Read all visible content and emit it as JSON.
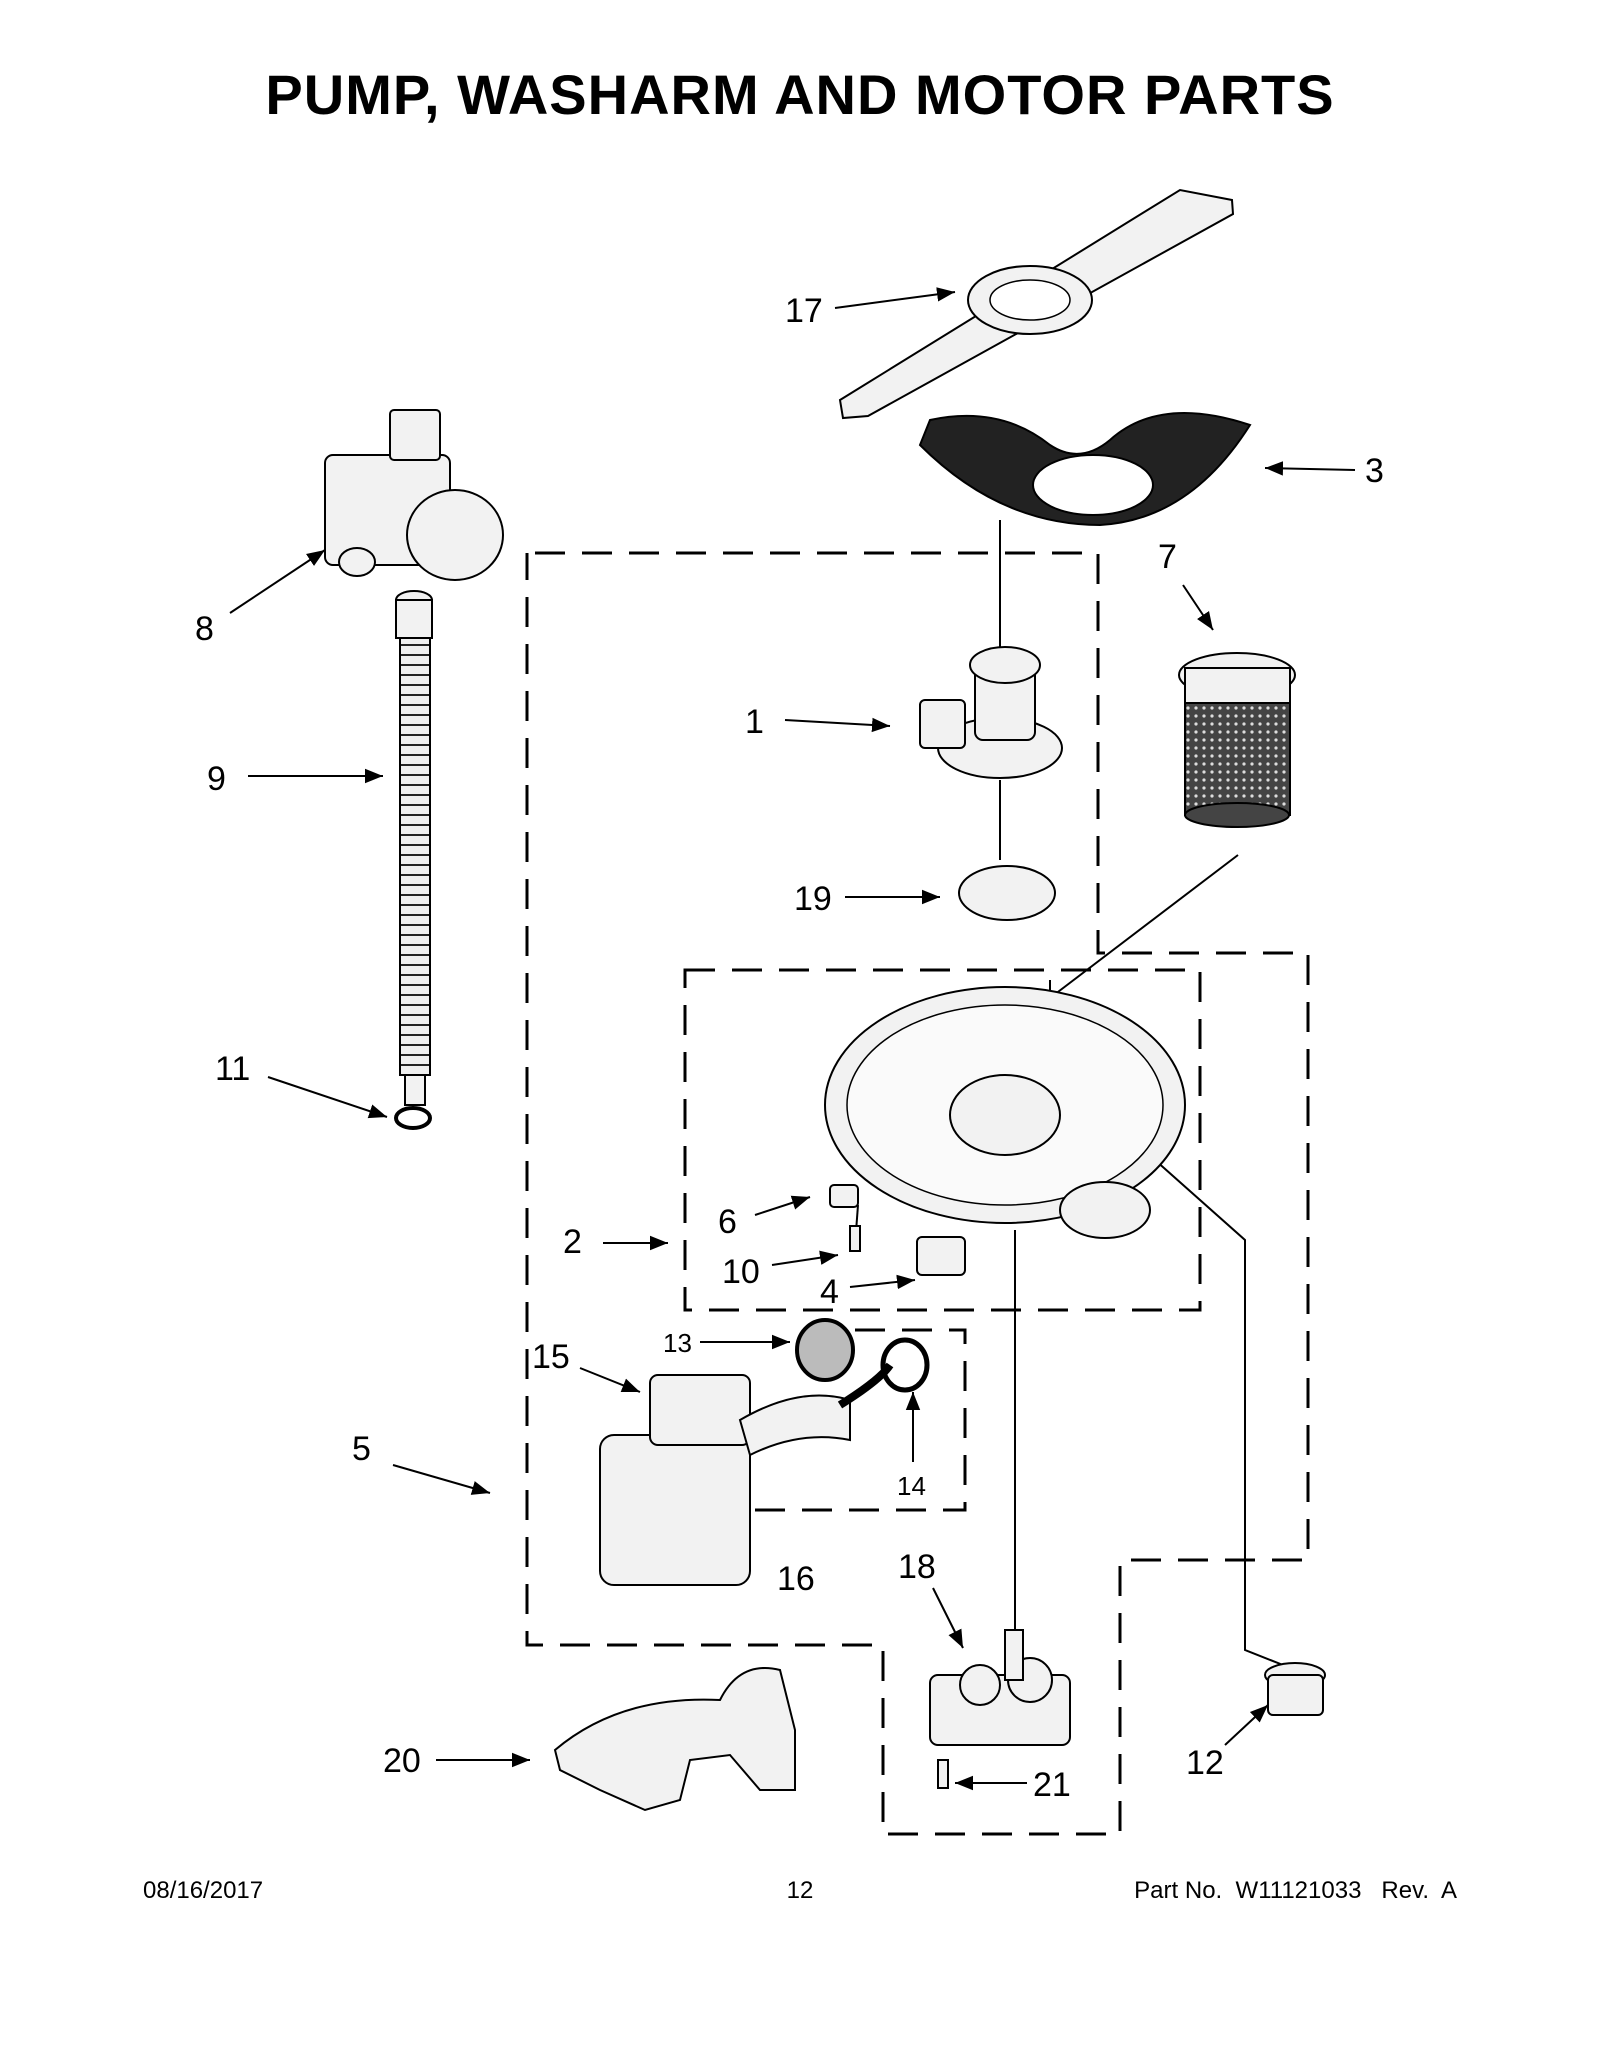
{
  "title": "PUMP, WASHARM AND MOTOR PARTS",
  "callouts": [
    {
      "id": "1",
      "label": "1"
    },
    {
      "id": "2",
      "label": "2"
    },
    {
      "id": "3",
      "label": "3"
    },
    {
      "id": "4",
      "label": "4"
    },
    {
      "id": "5",
      "label": "5"
    },
    {
      "id": "6",
      "label": "6"
    },
    {
      "id": "7",
      "label": "7"
    },
    {
      "id": "8",
      "label": "8"
    },
    {
      "id": "9",
      "label": "9"
    },
    {
      "id": "10",
      "label": "10"
    },
    {
      "id": "11",
      "label": "11"
    },
    {
      "id": "12",
      "label": "12"
    },
    {
      "id": "13",
      "label": "13"
    },
    {
      "id": "14",
      "label": "14"
    },
    {
      "id": "15",
      "label": "15"
    },
    {
      "id": "16",
      "label": "16"
    },
    {
      "id": "17",
      "label": "17"
    },
    {
      "id": "18",
      "label": "18"
    },
    {
      "id": "19",
      "label": "19"
    },
    {
      "id": "20",
      "label": "20"
    },
    {
      "id": "21",
      "label": "21"
    }
  ],
  "footer": {
    "date": "08/16/2017",
    "page": "12",
    "part_number": "Part No.  W11121033   Rev.  A"
  }
}
